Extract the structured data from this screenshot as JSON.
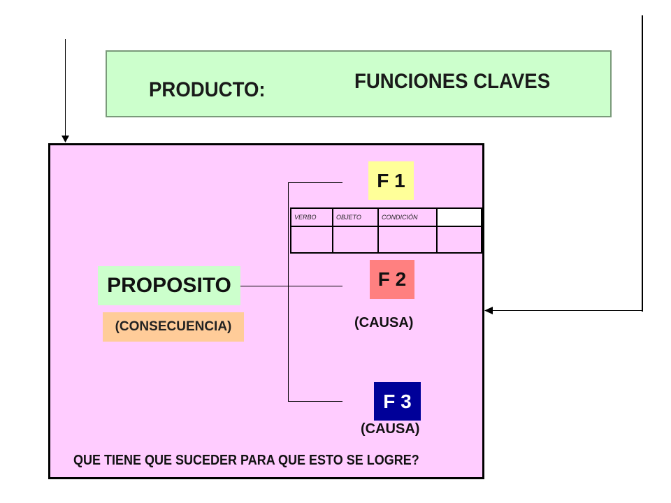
{
  "header": {
    "label": "PRODUCTO:",
    "value": "FUNCIONES CLAVES"
  },
  "diagram": {
    "purpose": "PROPOSITO",
    "purpose_note": "(CONSECUENCIA)",
    "functions": [
      {
        "id": "F 1",
        "note": ""
      },
      {
        "id": "F 2",
        "note": "(CAUSA)"
      },
      {
        "id": "F 3",
        "note": "(CAUSA)"
      }
    ],
    "table_headers": [
      "VERBO",
      "OBJETO",
      "CONDICIÓN",
      ""
    ],
    "question": "QUE TIENE QUE SUCEDER PARA QUE ESTO SE LOGRE?"
  },
  "colors": {
    "header_fill": "#ccffcc",
    "panel_fill": "#ffccff",
    "purpose_fill": "#ccffcc",
    "consequence_fill": "#ffcc99",
    "f1_fill": "#ffff99",
    "f2_fill": "#ff8080",
    "f3_fill": "#000099"
  }
}
